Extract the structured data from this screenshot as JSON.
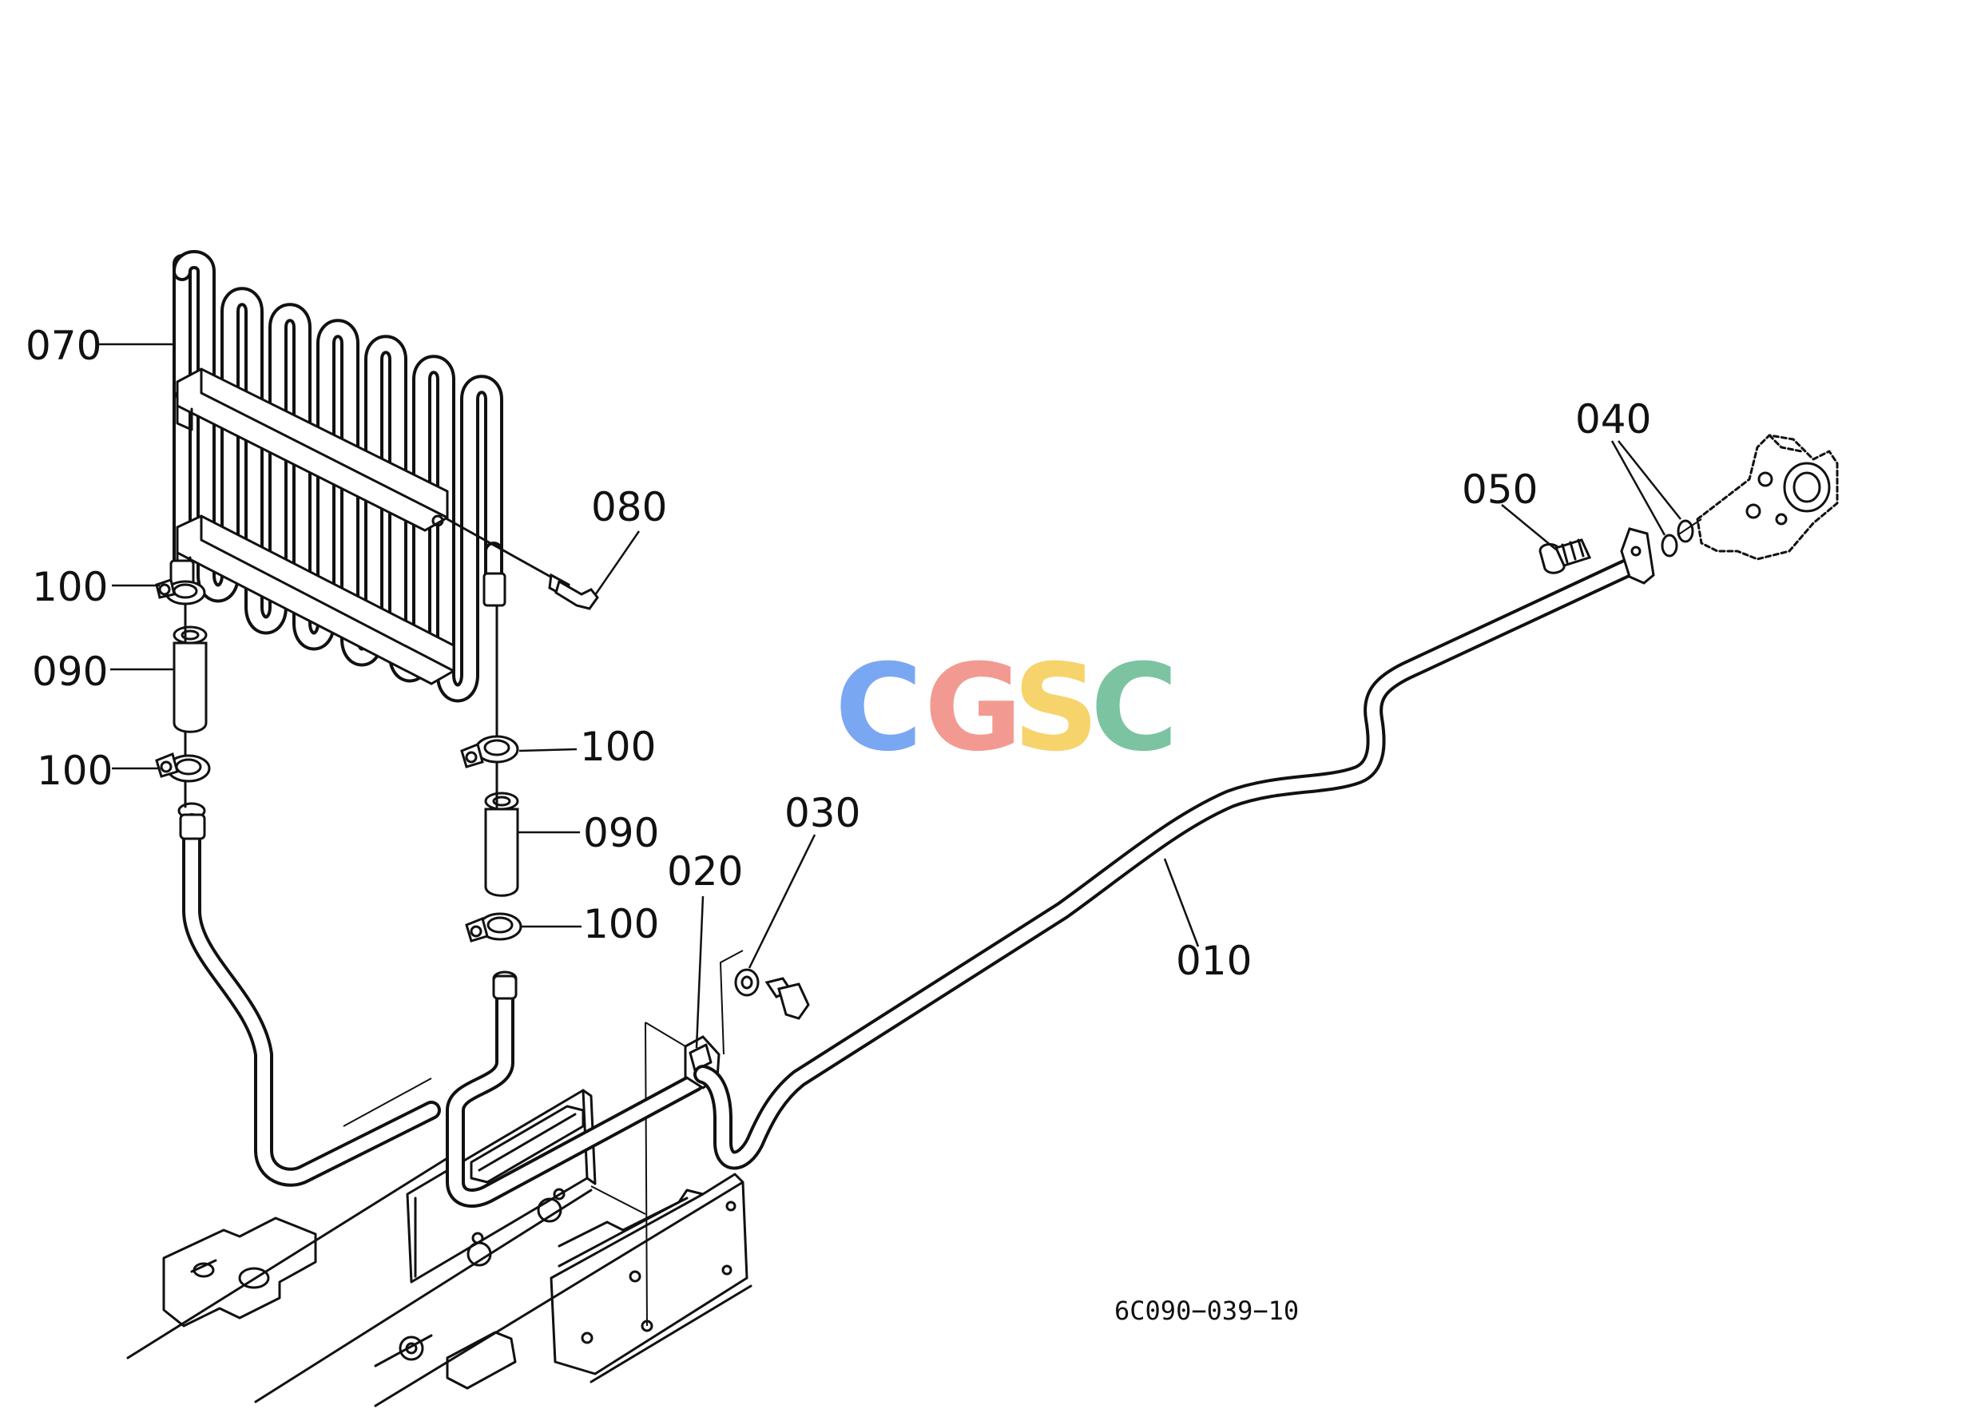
{
  "callouts": {
    "c010": "010",
    "c020": "020",
    "c030": "030",
    "c040": "040",
    "c050": "050",
    "c070": "070",
    "c080": "080",
    "c090a": "090",
    "c090b": "090",
    "c100a": "100",
    "c100b": "100",
    "c100c": "100",
    "c100d": "100"
  },
  "drawing_code": "6C090−039−10",
  "watermark": {
    "letters": [
      "C",
      "G",
      "S",
      "C"
    ],
    "colors": [
      "#7aa7f2",
      "#f29a92",
      "#f6d36b",
      "#7cc3a1"
    ]
  }
}
